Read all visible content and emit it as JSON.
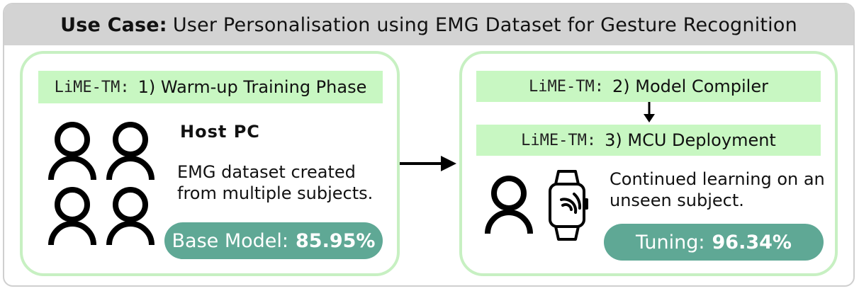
{
  "header": {
    "title_bold": "Use Case:",
    "title_rest": "User Personalisation using EMG Dataset for Gesture Recognition"
  },
  "left_panel": {
    "phase_mono": "LiME-TM:",
    "phase_label": "1) Warm-up Training Phase",
    "host_title": "Host PC",
    "description_line1": "EMG dataset created",
    "description_line2": "from multiple subjects.",
    "result_label": "Base Model:",
    "result_value": "85.95%"
  },
  "right_panel": {
    "compiler_mono": "LiME-TM:",
    "compiler_label": "2) Model Compiler",
    "deploy_mono": "LiME-TM:",
    "deploy_label": "3) MCU Deployment",
    "description_line1": "Continued learning on an",
    "description_line2": "unseen subject.",
    "result_label": "Tuning:",
    "result_value": "96.34%"
  },
  "colors": {
    "header_bg": "#d3d3d3",
    "panel_border": "#c7f0c2",
    "bar_green": "#c8f7c2",
    "pill_teal": "#5fa895"
  },
  "icons": [
    "person-icon",
    "smartwatch-icon",
    "arrow-right-icon",
    "arrow-down-icon"
  ]
}
